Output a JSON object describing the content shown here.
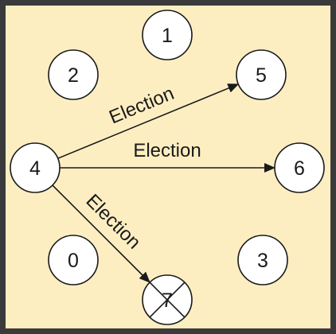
{
  "colors": {
    "border": "#3a3a3a",
    "background": "#fdeec2",
    "node_fill": "#ffffff",
    "stroke": "#1a1a1a"
  },
  "nodes": [
    {
      "id": "1",
      "label": "1",
      "crossed": false
    },
    {
      "id": "2",
      "label": "2",
      "crossed": false
    },
    {
      "id": "5",
      "label": "5",
      "crossed": false
    },
    {
      "id": "4",
      "label": "4",
      "crossed": false
    },
    {
      "id": "6",
      "label": "6",
      "crossed": false
    },
    {
      "id": "0",
      "label": "0",
      "crossed": false
    },
    {
      "id": "3",
      "label": "3",
      "crossed": false
    },
    {
      "id": "7",
      "label": "7",
      "crossed": true
    }
  ],
  "edges": [
    {
      "from": "4",
      "to": "5",
      "label": "Election"
    },
    {
      "from": "4",
      "to": "6",
      "label": "Election"
    },
    {
      "from": "4",
      "to": "7",
      "label": "Election"
    }
  ]
}
